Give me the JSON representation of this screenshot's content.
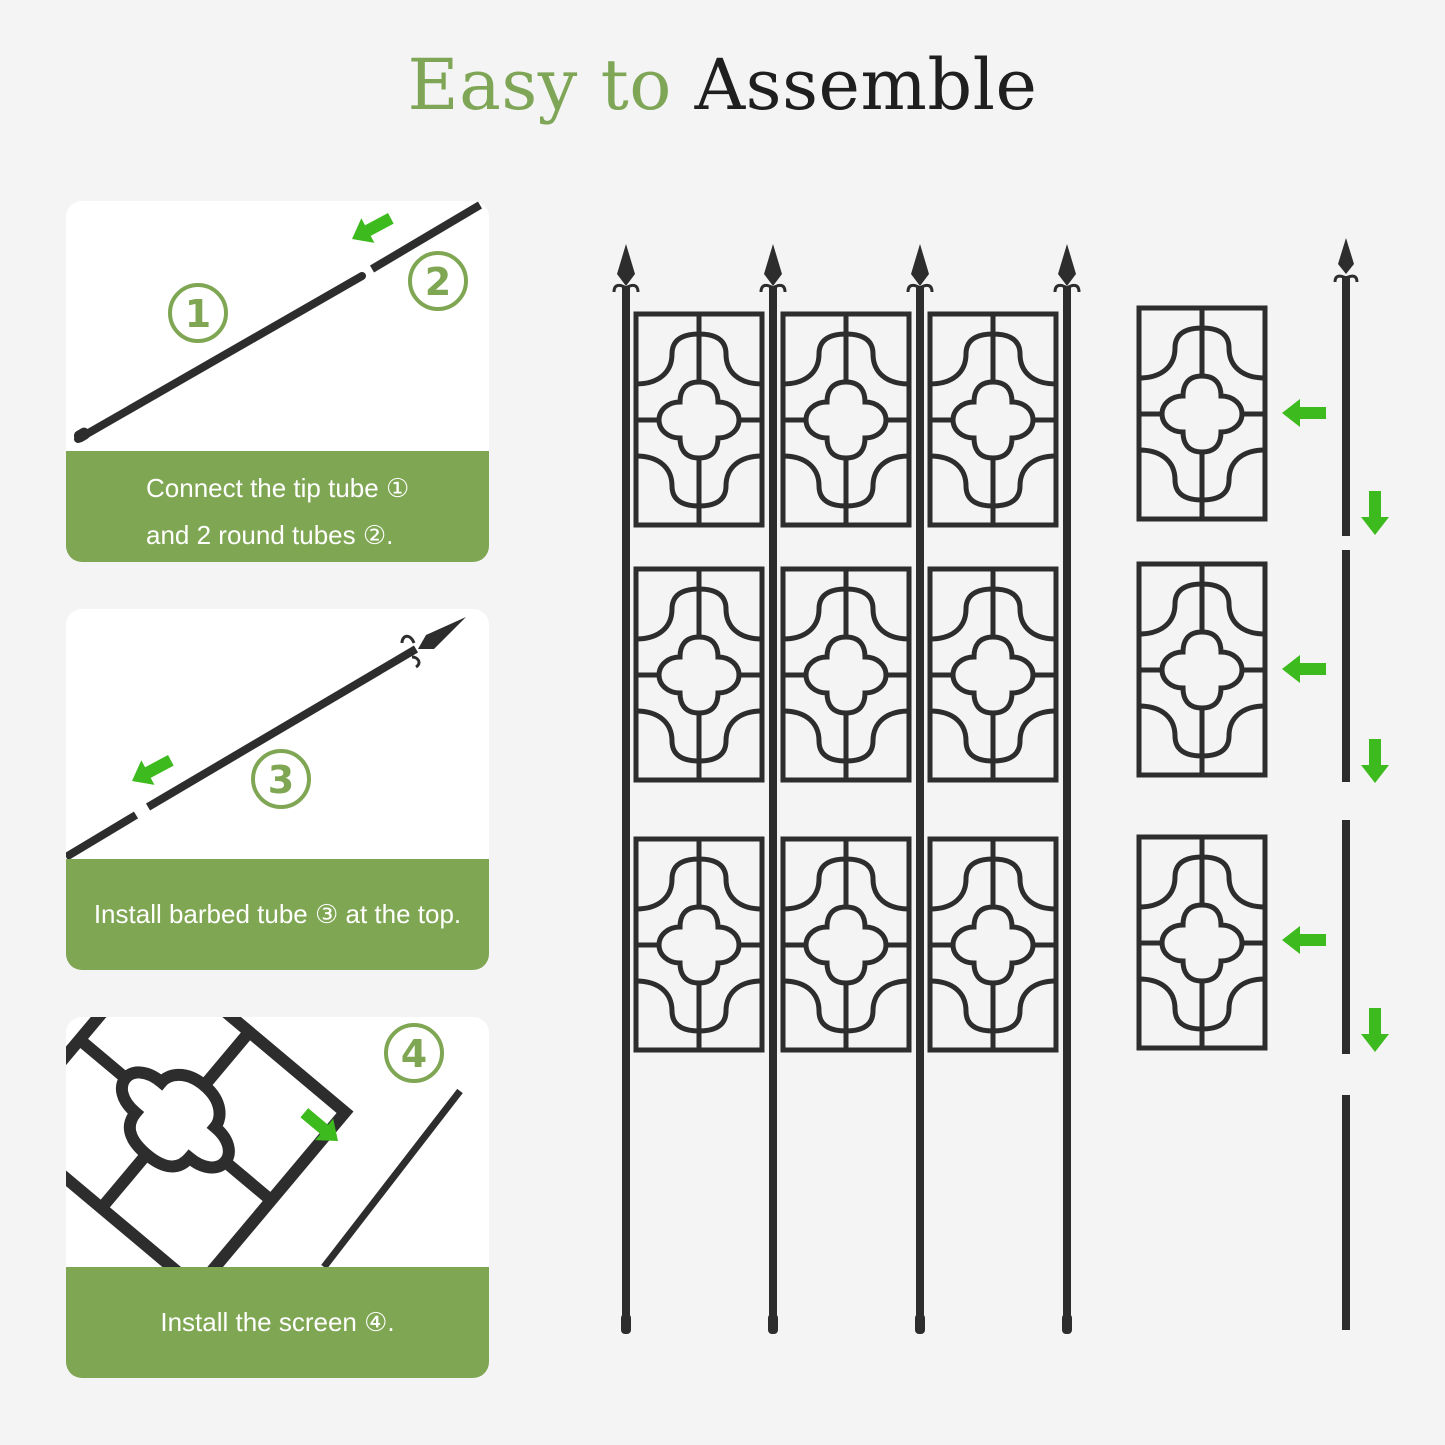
{
  "header": {
    "title_part1": "Easy to",
    "title_part2": "Assemble"
  },
  "steps": [
    {
      "badges": [
        "1",
        "2"
      ],
      "caption_lines": [
        "Connect the tip tube ①",
        "and 2 round tubes ②."
      ]
    },
    {
      "badges": [
        "3"
      ],
      "caption_lines": [
        "Install barbed tube ③ at the top."
      ]
    },
    {
      "badges": [
        "4"
      ],
      "caption_lines": [
        "Install the screen ④."
      ]
    }
  ],
  "colors": {
    "accent_green": "#7fa653",
    "arrow_green": "#3dbb1e",
    "metal": "#2d2d2d",
    "background": "#f4f4f4"
  }
}
